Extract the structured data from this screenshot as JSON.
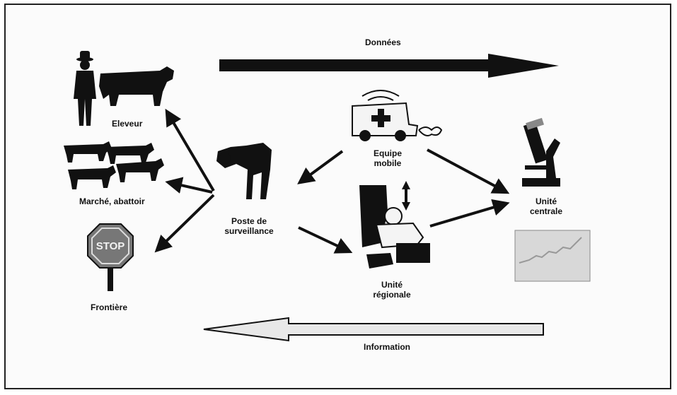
{
  "top_arrow": {
    "label": "Données"
  },
  "bottom_arrow": {
    "label": "Information"
  },
  "nodes": {
    "eleveur": {
      "label": "Eleveur"
    },
    "marche": {
      "label": "Marché, abattoir"
    },
    "frontiere": {
      "label": "Frontière",
      "sign_text": "STOP"
    },
    "poste": {
      "line1": "Poste de",
      "line2": "surveillance"
    },
    "equipe": {
      "line1": "Equipe",
      "line2": "mobile"
    },
    "regionale": {
      "line1": "Unité",
      "line2": "régionale"
    },
    "centrale": {
      "line1": "Unité",
      "line2": "centrale"
    }
  }
}
